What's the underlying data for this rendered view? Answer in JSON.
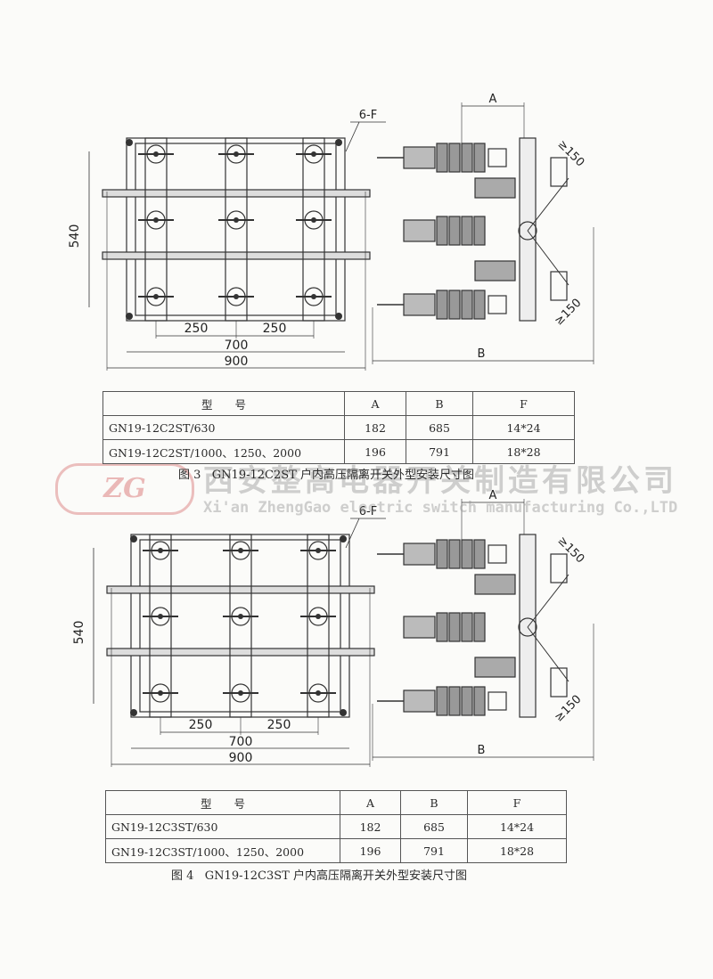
{
  "figures": [
    {
      "caption": "图 3   GN19-12C2ST 户内高压隔离开关外型安装尺寸图",
      "dims": {
        "height": "540",
        "span_left": "250",
        "span_right": "250",
        "inner": "700",
        "outer": "900",
        "A": "A",
        "B": "B",
        "F": "6-F",
        "clear_top": "≥150",
        "clear_bottom": "≥150"
      },
      "table": {
        "headers": [
          "型　　号",
          "A",
          "B",
          "F"
        ],
        "rows": [
          [
            "GN19-12C2ST/630",
            "182",
            "685",
            "14*24"
          ],
          [
            "GN19-12C2ST/1000、1250、2000",
            "196",
            "791",
            "18*28"
          ]
        ]
      }
    },
    {
      "caption": "图 4   GN19-12C3ST 户内高压隔离开关外型安装尺寸图",
      "dims": {
        "height": "540",
        "span_left": "250",
        "span_right": "250",
        "inner": "700",
        "outer": "900",
        "A": "A",
        "B": "B",
        "F": "6-F",
        "clear_top": "≥150",
        "clear_bottom": "≥150"
      },
      "table": {
        "headers": [
          "型　　号",
          "A",
          "B",
          "F"
        ],
        "rows": [
          [
            "GN19-12C3ST/630",
            "182",
            "685",
            "14*24"
          ],
          [
            "GN19-12C3ST/1000、1250、2000",
            "196",
            "791",
            "18*28"
          ]
        ]
      }
    }
  ],
  "watermark": {
    "logo": "ZG",
    "company_cn": "西安整高电器开关制造有限公司",
    "company_en": "Xi'an ZhengGao electric switch manufacturing Co.,LTD"
  }
}
